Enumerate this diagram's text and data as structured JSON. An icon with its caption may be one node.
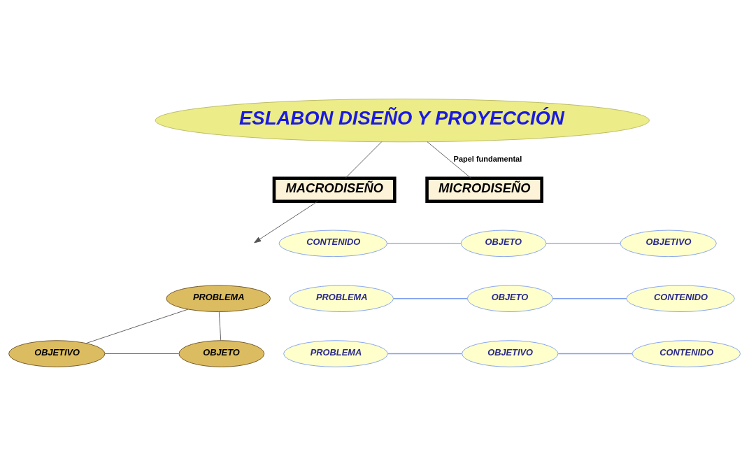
{
  "diagram": {
    "nodes": [
      {
        "text": [
          "ESLABON DISEÑO Y PROYECCIÓN"
        ]
      },
      {
        "text": [
          "MACRODISEÑO"
        ]
      },
      {
        "text": [
          "MICRODISEÑO"
        ]
      },
      {
        "text": [
          "PROBLEMA"
        ]
      },
      {
        "text": [
          "OBJETIVO"
        ]
      },
      {
        "text": [
          "OBJETO"
        ]
      },
      {
        "text": [
          "CONTENIDO"
        ]
      },
      {
        "text": [
          "OBJETO"
        ]
      },
      {
        "text": [
          "OBJETIVO"
        ]
      },
      {
        "text": [
          "PROBLEMA"
        ]
      },
      {
        "text": [
          "OBJETO"
        ]
      },
      {
        "text": [
          "CONTENIDO"
        ]
      },
      {
        "text": [
          "PROBLEMA"
        ]
      },
      {
        "text": [
          "OBJETIVO"
        ]
      },
      {
        "text": [
          "CONTENIDO"
        ]
      }
    ],
    "edges": [
      {
        "from": 0,
        "to": 1,
        "arrow": "none"
      },
      {
        "from": 0,
        "to": 2,
        "arrow": "none",
        "label": "Papel fundamental"
      },
      {
        "from": 1,
        "to": null,
        "arrow": "to"
      },
      {
        "from": 3,
        "to": 4,
        "arrow": "none"
      },
      {
        "from": 3,
        "to": 5,
        "arrow": "none"
      },
      {
        "from": 4,
        "to": 5,
        "arrow": "none"
      },
      {
        "from": 6,
        "to": 7,
        "arrow": "none",
        "color": "#7f9fef"
      },
      {
        "from": 7,
        "to": 8,
        "arrow": "none",
        "color": "#7f9fef"
      },
      {
        "from": 9,
        "to": 10,
        "arrow": "none",
        "color": "#7f9fef"
      },
      {
        "from": 10,
        "to": 11,
        "arrow": "none",
        "color": "#7f9fef"
      },
      {
        "from": 12,
        "to": 13,
        "arrow": "none",
        "color": "#7f9fef"
      },
      {
        "from": 13,
        "to": 14,
        "arrow": "none",
        "color": "#7f9fef"
      }
    ]
  }
}
